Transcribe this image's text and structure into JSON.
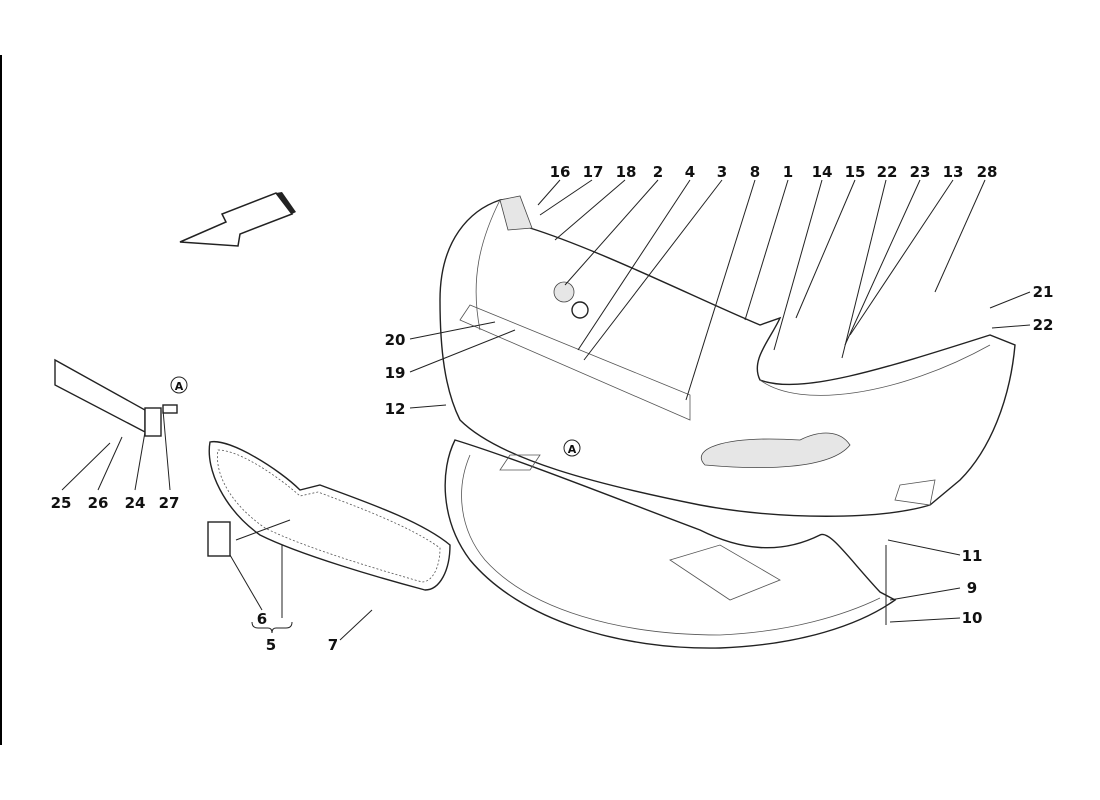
{
  "diagram": {
    "type": "exploded-parts-diagram",
    "reference_marker": "A",
    "callouts_top": [
      "16",
      "17",
      "18",
      "2",
      "4",
      "3",
      "8",
      "1",
      "14",
      "15",
      "22",
      "23",
      "13",
      "28"
    ],
    "callouts_right": [
      "21",
      "22",
      "11",
      "9",
      "10"
    ],
    "callouts_left": [
      "20",
      "19",
      "12"
    ],
    "callouts_bracket": [
      "25",
      "26",
      "24",
      "27"
    ],
    "callouts_grille": [
      "6",
      "5",
      "7"
    ]
  }
}
